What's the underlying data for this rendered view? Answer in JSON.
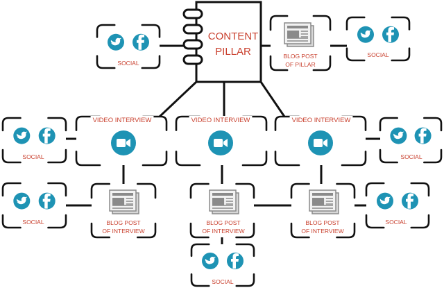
{
  "colors": {
    "line": "#111111",
    "label": "#c9402e",
    "icon_accent": "#1e93b4",
    "doc_gray": "#8a8a8a",
    "background": "#ffffff"
  },
  "pillar": {
    "line1": "CONTENT",
    "line2": "PILLAR"
  },
  "social_groups": {
    "pillar_left": {
      "label": "SOCIAL",
      "icons": [
        "twitter-bird-icon",
        "facebook-icon"
      ]
    },
    "pillar_right": {
      "label": "SOCIAL",
      "icons": [
        "twitter-bird-icon",
        "facebook-icon"
      ]
    },
    "video_left": {
      "label": "SOCIAL",
      "icons": [
        "twitter-bird-icon",
        "facebook-icon"
      ]
    },
    "video_right": {
      "label": "SOCIAL",
      "icons": [
        "twitter-bird-icon",
        "facebook-icon"
      ]
    },
    "blog_left": {
      "label": "SOCIAL",
      "icons": [
        "twitter-bird-icon",
        "facebook-icon"
      ]
    },
    "blog_right": {
      "label": "SOCIAL",
      "icons": [
        "twitter-bird-icon",
        "facebook-icon"
      ]
    },
    "blog_bottom": {
      "label": "SOCIAL",
      "icons": [
        "twitter-bird-icon",
        "facebook-icon"
      ]
    }
  },
  "blogs": {
    "pillar": {
      "line1": "BLOG POST",
      "line2": "OF PILLAR",
      "icon": "document-icon"
    },
    "left": {
      "line1": "BLOG POST",
      "line2": "OF INTERVIEW",
      "icon": "document-icon"
    },
    "center": {
      "line1": "BLOG POST",
      "line2": "OF INTERVIEW",
      "icon": "document-icon"
    },
    "right": {
      "line1": "BLOG POST",
      "line2": "OF INTERVIEW",
      "icon": "document-icon"
    }
  },
  "videos": {
    "left": {
      "label": "VIDEO INTERVIEW",
      "icon": "video-camera-icon"
    },
    "center": {
      "label": "VIDEO INTERVIEW",
      "icon": "video-camera-icon"
    },
    "right": {
      "label": "VIDEO INTERVIEW",
      "icon": "video-camera-icon"
    }
  }
}
